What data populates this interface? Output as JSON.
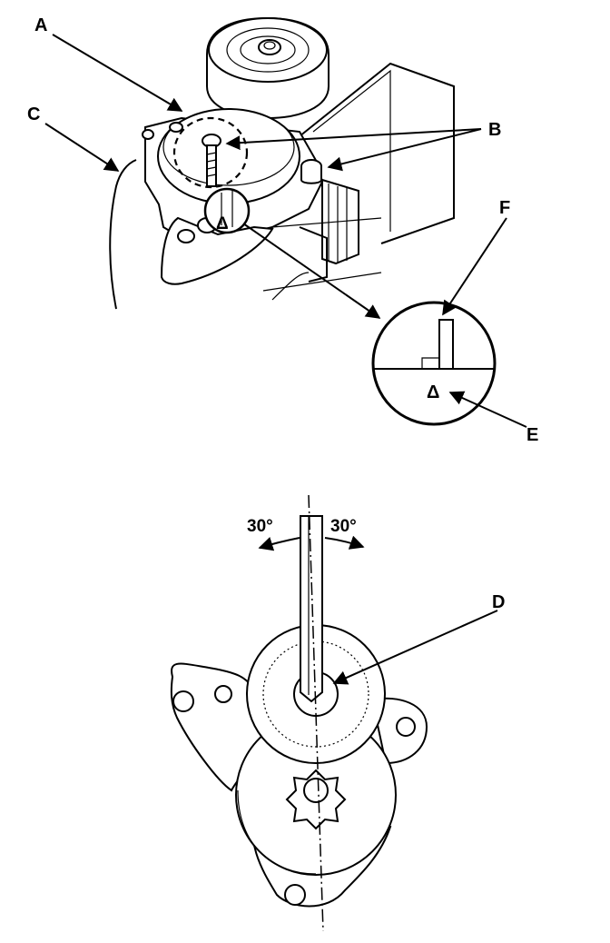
{
  "callouts": {
    "a": "A",
    "b": "B",
    "c": "C",
    "d": "D",
    "e": "E",
    "f": "F"
  },
  "angles": {
    "left": "30°",
    "right": "30°"
  },
  "indicator_symbol": "Δ"
}
